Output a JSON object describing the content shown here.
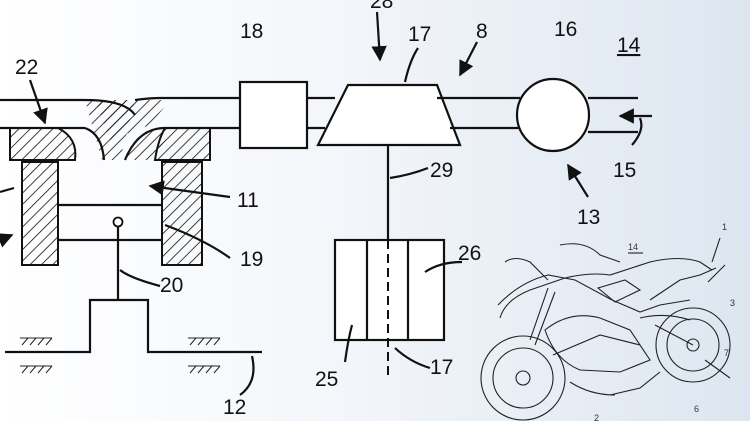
{
  "labels": {
    "l28": "28",
    "l18": "18",
    "l17": "17",
    "l8": "8",
    "l16": "16",
    "l14": "14",
    "l22": "22",
    "l11": "11",
    "l29": "29",
    "l15": "15",
    "l13": "13",
    "l19": "19",
    "l26": "26",
    "l20": "20",
    "l25": "25",
    "l17b": "17",
    "l12": "12"
  },
  "motorcycle_labels": {
    "m1": "1",
    "m14": "14",
    "m3": "3",
    "m7": "7",
    "m6": "6",
    "m2": "2"
  }
}
